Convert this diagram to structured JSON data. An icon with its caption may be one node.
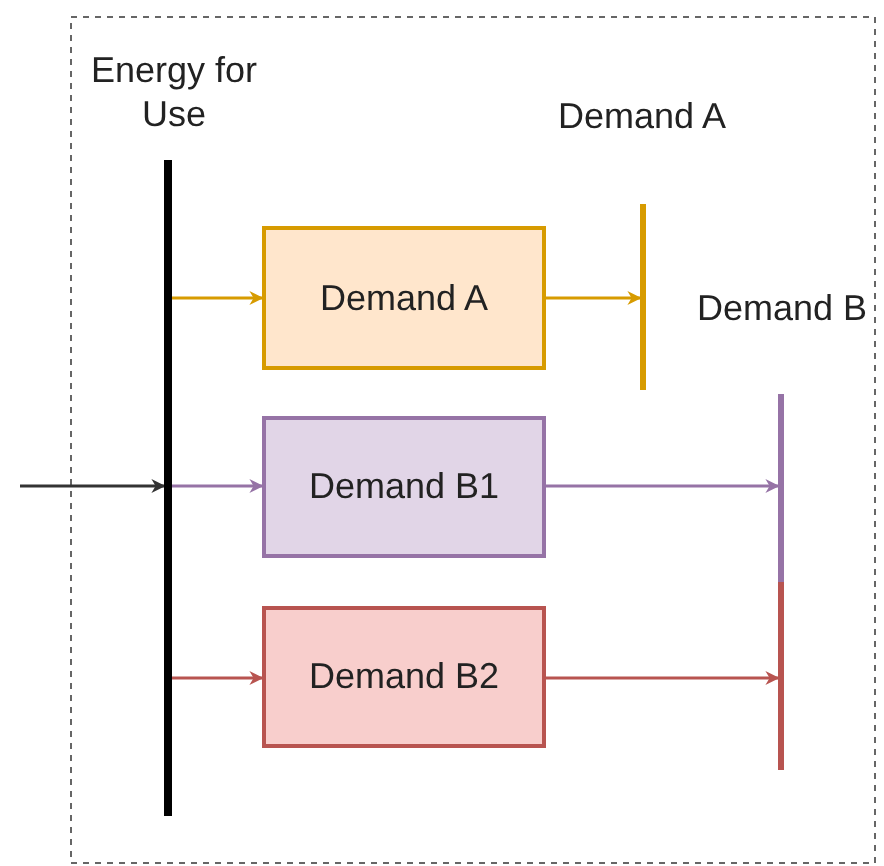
{
  "diagram": {
    "nodes": [
      {
        "text": [
          "Energy for Use"
        ]
      },
      {
        "text": [
          "Demand A"
        ]
      },
      {
        "text": [
          "Demand A"
        ]
      },
      {
        "text": [
          "Demand B"
        ]
      },
      {
        "text": [
          "Demand B1"
        ]
      },
      {
        "text": [
          "Demand B2"
        ]
      }
    ],
    "edges": [
      {
        "from": null,
        "to": 0,
        "arrow": "to",
        "color": "#333333"
      },
      {
        "from": 0,
        "to": 1,
        "arrow": "to",
        "color": "#d79b00"
      },
      {
        "from": 0,
        "to": 4,
        "arrow": "to",
        "color": "#9673a6"
      },
      {
        "from": 0,
        "to": 5,
        "arrow": "to",
        "color": "#b85450"
      },
      {
        "from": 1,
        "to": 2,
        "arrow": "to",
        "color": "#d79b00"
      },
      {
        "from": 4,
        "to": 3,
        "arrow": "to",
        "color": "#9673a6"
      },
      {
        "from": 5,
        "to": 3,
        "arrow": "to",
        "color": "#b85450"
      }
    ]
  }
}
